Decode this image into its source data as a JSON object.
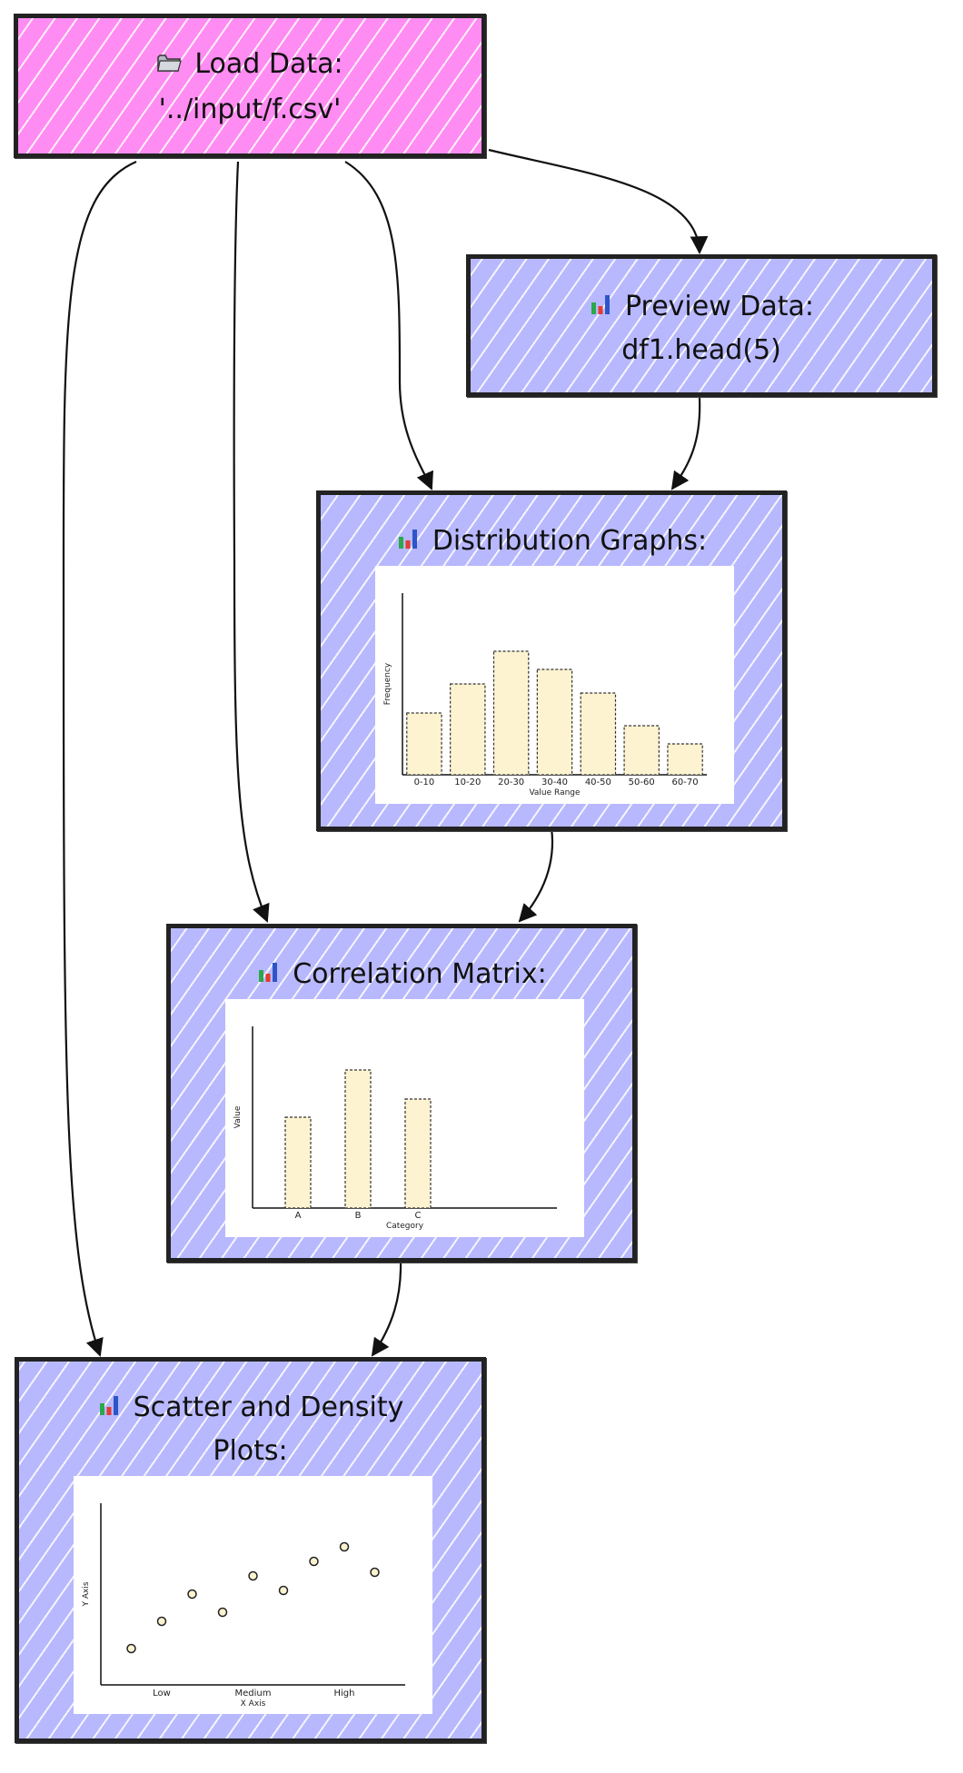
{
  "nodes": {
    "load": {
      "icon": "folder-icon",
      "line1": "Load Data:",
      "line2": "'../input/f.csv'",
      "color": "#ff8cf2"
    },
    "preview": {
      "icon": "bar-chart-icon",
      "line1": "Preview Data:",
      "line2": "df1.head(5)",
      "color": "#b8b8ff"
    },
    "distribution": {
      "icon": "bar-chart-icon",
      "title": "Distribution Graphs:"
    },
    "correlation": {
      "icon": "bar-chart-icon",
      "title": "Correlation Matrix:"
    },
    "scatter": {
      "icon": "bar-chart-icon",
      "line1": "Scatter and Density",
      "line2": "Plots:"
    }
  },
  "edges": [
    {
      "from": "Load Data",
      "to": "Preview Data"
    },
    {
      "from": "Load Data",
      "to": "Distribution Graphs"
    },
    {
      "from": "Load Data",
      "to": "Correlation Matrix"
    },
    {
      "from": "Load Data",
      "to": "Scatter and Density Plots"
    },
    {
      "from": "Preview Data",
      "to": "Distribution Graphs"
    },
    {
      "from": "Distribution Graphs",
      "to": "Correlation Matrix"
    },
    {
      "from": "Correlation Matrix",
      "to": "Scatter and Density Plots"
    }
  ],
  "chart_data": [
    {
      "type": "bar",
      "xlabel": "Value Range",
      "ylabel": "Frequency",
      "categories": [
        "0-10",
        "10-20",
        "20-30",
        "30-40",
        "40-50",
        "50-60",
        "60-70"
      ],
      "values": [
        34,
        50,
        68,
        58,
        45,
        27,
        17
      ],
      "ylim": [
        0,
        100
      ],
      "bar_color": "#fdf3d0"
    },
    {
      "type": "bar",
      "xlabel": "Category",
      "ylabel": "Value",
      "categories": [
        "A",
        "B",
        "C"
      ],
      "values": [
        50,
        76,
        60
      ],
      "ylim": [
        0,
        100
      ],
      "bar_color": "#fdf3d0"
    },
    {
      "type": "scatter",
      "xlabel": "X Axis",
      "ylabel": "Y Axis",
      "x_ticks": [
        "Low",
        "Medium",
        "High"
      ],
      "points": [
        [
          1,
          1
        ],
        [
          2,
          2.5
        ],
        [
          3,
          4
        ],
        [
          4,
          3
        ],
        [
          5,
          5
        ],
        [
          6,
          4.2
        ],
        [
          7,
          5.8
        ],
        [
          8,
          6.6
        ],
        [
          9,
          5.2
        ]
      ],
      "xlim": [
        0,
        10
      ],
      "ylim": [
        -1,
        9
      ],
      "point_color": "#fdf3d0"
    }
  ]
}
